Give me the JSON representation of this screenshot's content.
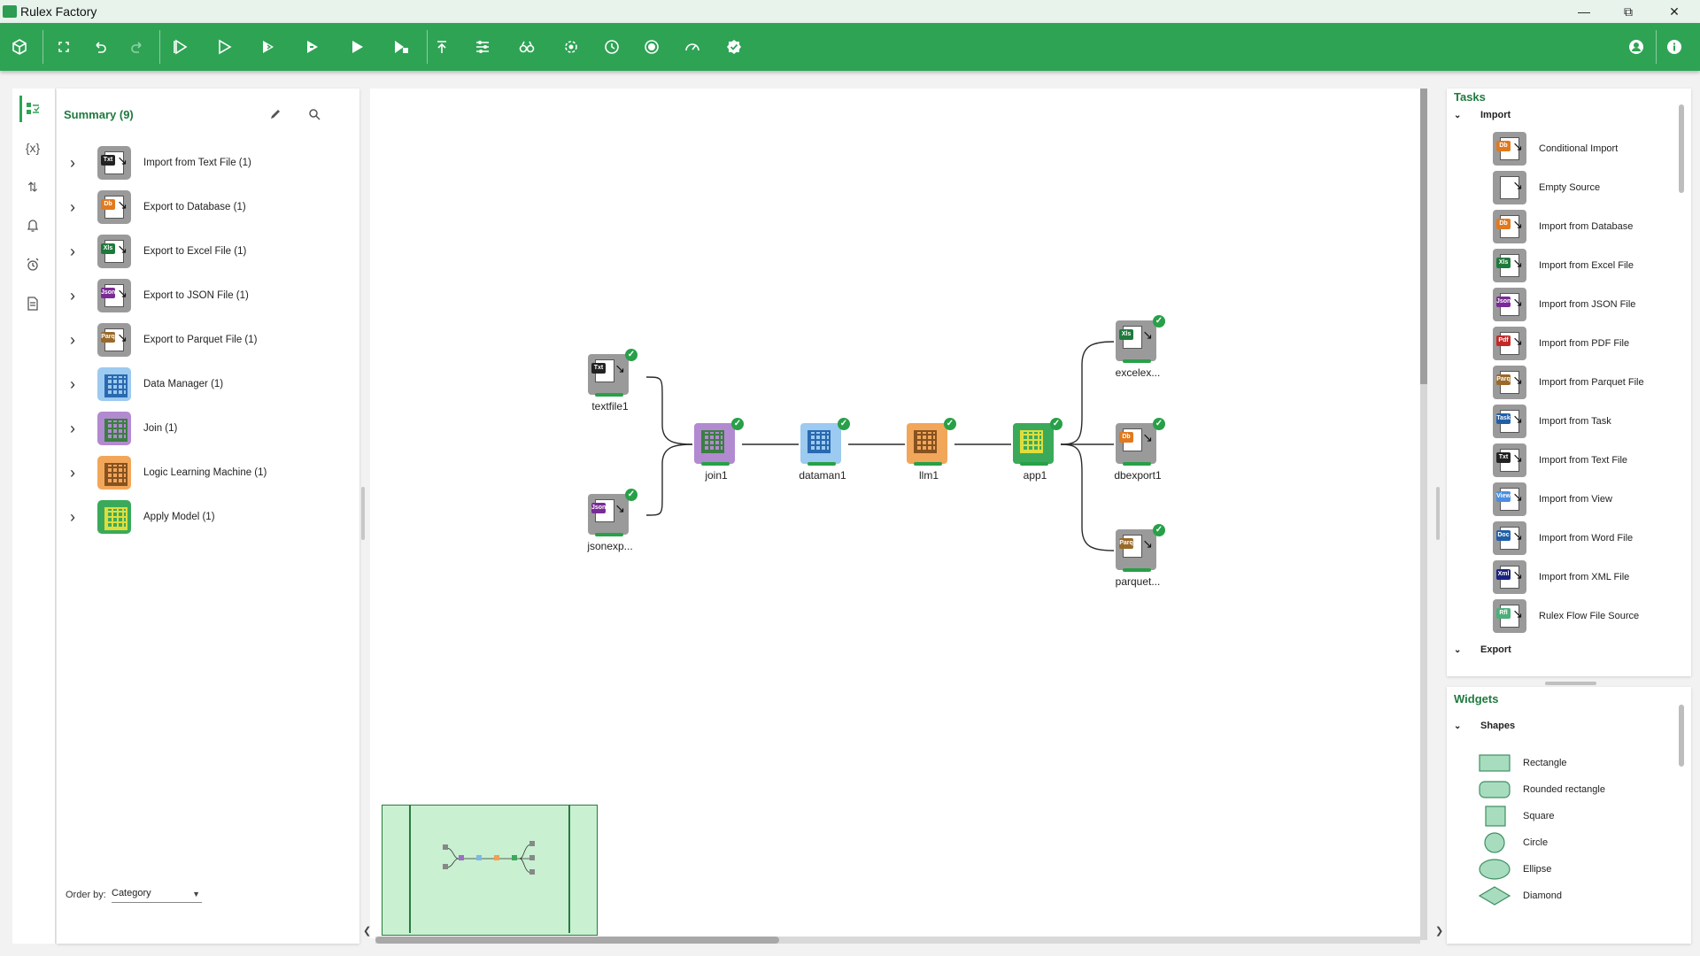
{
  "window": {
    "title": "Rulex Factory"
  },
  "summary": {
    "title": "Summary (9)",
    "items": [
      {
        "label": "Import from Text File (1)",
        "icon": "text-file-import-icon",
        "tile": "gray",
        "chip": "Txt",
        "chipColor": "#222222"
      },
      {
        "label": "Export to Database (1)",
        "icon": "database-export-icon",
        "tile": "gray",
        "chip": "Db",
        "chipColor": "#e07a1f"
      },
      {
        "label": "Export to Excel File (1)",
        "icon": "excel-export-icon",
        "tile": "gray",
        "chip": "Xls",
        "chipColor": "#1e7a3c"
      },
      {
        "label": "Export to JSON File (1)",
        "icon": "json-export-icon",
        "tile": "gray",
        "chip": "Json",
        "chipColor": "#7a2a96"
      },
      {
        "label": "Export to Parquet File (1)",
        "icon": "parquet-export-icon",
        "tile": "gray",
        "chip": "Parq",
        "chipColor": "#9a6a2a"
      },
      {
        "label": "Data Manager (1)",
        "icon": "data-manager-icon",
        "tile": "blue",
        "chip": "",
        "chipColor": "#1f5fa8"
      },
      {
        "label": "Join (1)",
        "icon": "join-icon",
        "tile": "purple",
        "chip": "",
        "chipColor": "#2e7d32"
      },
      {
        "label": "Logic Learning Machine (1)",
        "icon": "llm-icon",
        "tile": "orange",
        "chip": "",
        "chipColor": "#7a4a1a"
      },
      {
        "label": "Apply Model (1)",
        "icon": "apply-model-icon",
        "tile": "green",
        "chip": "",
        "chipColor": "#f2e33a"
      }
    ],
    "order_by_label": "Order by:",
    "order_by_value": "Category"
  },
  "flow": {
    "nodes": [
      {
        "id": "textfile1",
        "label": "textfile1",
        "kind": "text-file-import",
        "tile": "gray",
        "chip": "Txt",
        "chipColor": "#222222"
      },
      {
        "id": "jsonexp",
        "label": "jsonexp...",
        "kind": "json-export",
        "tile": "gray",
        "chip": "Json",
        "chipColor": "#7a2a96"
      },
      {
        "id": "join1",
        "label": "join1",
        "kind": "join",
        "tile": "purple",
        "chip": "",
        "chipColor": "#2e7d32"
      },
      {
        "id": "dataman1",
        "label": "dataman1",
        "kind": "data-manager",
        "tile": "blue",
        "chip": "",
        "chipColor": "#1f5fa8"
      },
      {
        "id": "llm1",
        "label": "llm1",
        "kind": "llm",
        "tile": "orange",
        "chip": "",
        "chipColor": "#7a4a1a"
      },
      {
        "id": "app1",
        "label": "app1",
        "kind": "apply-model",
        "tile": "green",
        "chip": "",
        "chipColor": "#f2e33a"
      },
      {
        "id": "excelex",
        "label": "excelex...",
        "kind": "excel-export",
        "tile": "gray",
        "chip": "Xls",
        "chipColor": "#1e7a3c"
      },
      {
        "id": "dbexport1",
        "label": "dbexport1",
        "kind": "database-export",
        "tile": "gray",
        "chip": "Db",
        "chipColor": "#e07a1f"
      },
      {
        "id": "parquet",
        "label": "parquet...",
        "kind": "parquet-export",
        "tile": "gray",
        "chip": "Parq",
        "chipColor": "#9a6a2a"
      }
    ]
  },
  "tasks": {
    "title": "Tasks",
    "section_import": "Import",
    "section_export": "Export",
    "items": [
      {
        "label": "Conditional Import",
        "chip": "Db",
        "chipColor": "#e07a1f"
      },
      {
        "label": "Empty Source",
        "chip": "",
        "chipColor": "#ffffff"
      },
      {
        "label": "Import from Database",
        "chip": "Db",
        "chipColor": "#e07a1f"
      },
      {
        "label": "Import from Excel File",
        "chip": "Xls",
        "chipColor": "#1e7a3c"
      },
      {
        "label": "Import from JSON File",
        "chip": "Json",
        "chipColor": "#7a2a96"
      },
      {
        "label": "Import from PDF File",
        "chip": "Pdf",
        "chipColor": "#c62828"
      },
      {
        "label": "Import from Parquet File",
        "chip": "Parq",
        "chipColor": "#9a6a2a"
      },
      {
        "label": "Import from Task",
        "chip": "Task",
        "chipColor": "#1f5fa8"
      },
      {
        "label": "Import from Text File",
        "chip": "Txt",
        "chipColor": "#222222"
      },
      {
        "label": "Import from View",
        "chip": "View",
        "chipColor": "#4a8fe0"
      },
      {
        "label": "Import from Word File",
        "chip": "Doc",
        "chipColor": "#1f5fa8"
      },
      {
        "label": "Import from XML File",
        "chip": "Xml",
        "chipColor": "#1a237e"
      },
      {
        "label": "Rulex Flow File Source",
        "chip": "Rfl",
        "chipColor": "#4caf7a"
      }
    ]
  },
  "widgets": {
    "title": "Widgets",
    "section_shapes": "Shapes",
    "shapes": [
      "Rectangle",
      "Rounded rectangle",
      "Square",
      "Circle",
      "Ellipse",
      "Diamond"
    ]
  },
  "colors": {
    "brand": "#2ea354",
    "check": "#27a048"
  }
}
